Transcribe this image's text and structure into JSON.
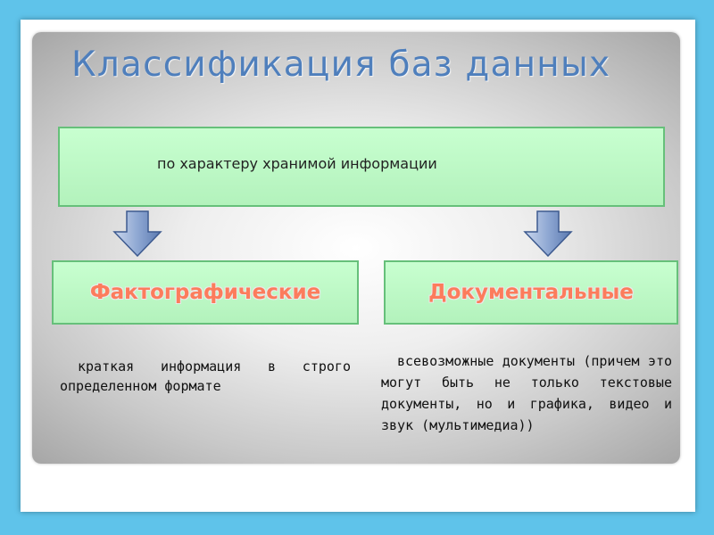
{
  "title": "Классификация баз данных",
  "criterion": "по характеру хранимой информации",
  "categories": [
    {
      "label": "Фактографические",
      "description": "краткая информация в строго определенном формате"
    },
    {
      "label": "Документальные",
      "description": "всевозможные документы (причем это могут быть не только текстовые документы, но и графика, видео и звук (мультимедиа))"
    }
  ],
  "colors": {
    "background": "#5fc3ea",
    "title": "#4f7fbc",
    "box_fill": "#c0fac8",
    "box_border": "#66c07a",
    "category_text": "#fc7c5c",
    "arrow": "#7d9bc9"
  }
}
